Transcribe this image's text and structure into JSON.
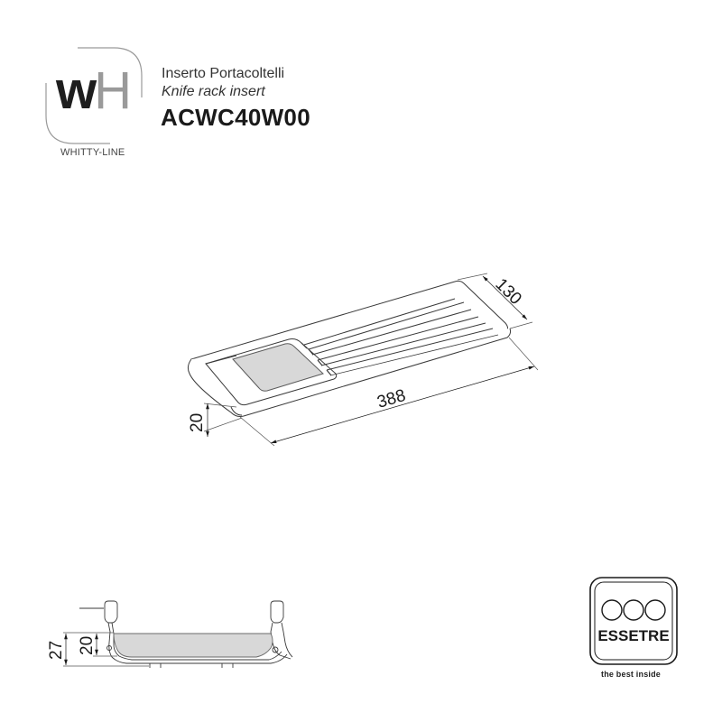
{
  "logo": {
    "letter_w": "w",
    "letter_h": "H",
    "brand_line": "WHITTY-LINE"
  },
  "product": {
    "name_it": "Inserto Portacoltelli",
    "name_en": "Knife rack insert",
    "code": "ACWC40W00"
  },
  "isometric_view": {
    "dimensions": {
      "length": "388",
      "width": "130",
      "height": "20"
    },
    "fill_color": "#d8d8d8",
    "line_color": "#3a3a3a"
  },
  "section_view": {
    "dimensions": {
      "outer_height": "27",
      "inner_height": "20"
    },
    "fill_color": "#d8d8d8"
  },
  "manufacturer": {
    "name": "ESSETRE",
    "tagline": "the best inside"
  }
}
